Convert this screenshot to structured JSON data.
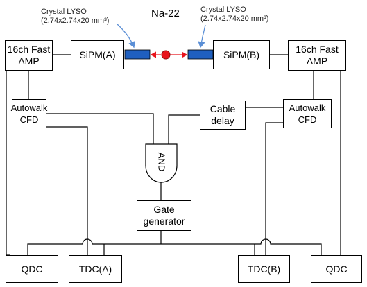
{
  "source": {
    "label": "Na-22"
  },
  "crystals": {
    "left": {
      "line1": "Crystal LYSO",
      "line2": "(2.74x2.74x20 mm³)"
    },
    "right": {
      "line1": "Crystal LYSO",
      "line2": "(2.74x2.74x20 mm³)"
    }
  },
  "blocks": {
    "amp_left": {
      "line1": "16ch Fast",
      "line2": "AMP"
    },
    "amp_right": {
      "line1": "16ch Fast",
      "line2": "AMP"
    },
    "sipm_a": "SiPM(A)",
    "sipm_b": "SiPM(B)",
    "cfd_left": {
      "line1": "Autowalk",
      "line2": "CFD"
    },
    "cfd_right": {
      "line1": "Autowalk",
      "line2": "CFD"
    },
    "cable_delay": {
      "line1": "Cable",
      "line2": "delay"
    },
    "and_gate": "AND",
    "gate_gen": {
      "line1": "Gate",
      "line2": "generator"
    },
    "qdc_left": "QDC",
    "qdc_right": "QDC",
    "tdc_a": "TDC(A)",
    "tdc_b": "TDC(B)"
  },
  "colors": {
    "crystal_fill": "#1f5fbf",
    "source_fill": "#e8141c",
    "gamma_arrow": "#e8141c",
    "callout_arrow": "#5b8fd6",
    "wire": "#000000"
  }
}
